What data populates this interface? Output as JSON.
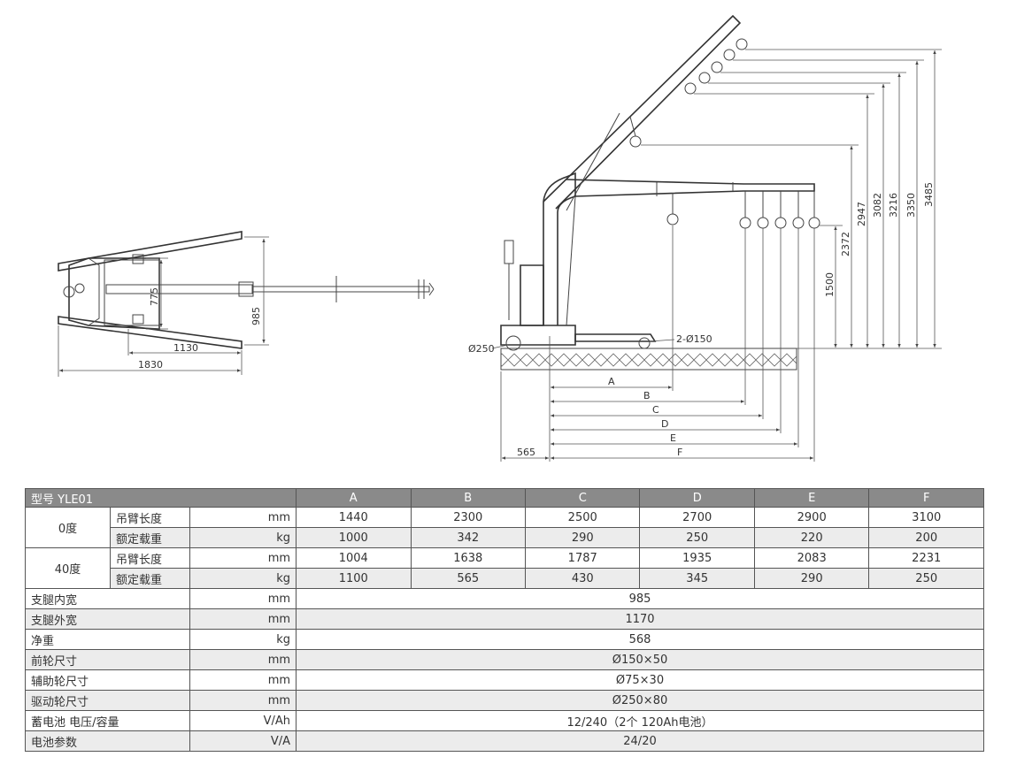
{
  "top_view": {
    "dims": {
      "d775": "775",
      "d985": "985",
      "d1130": "1130",
      "d1830": "1830"
    }
  },
  "side_view": {
    "heights": {
      "h1500": "1500",
      "h2372": "2372",
      "h2947": "2947",
      "h3082": "3082",
      "h3216": "3216",
      "h3350": "3350",
      "h3485": "3485"
    },
    "reach_labels": {
      "A": "A",
      "B": "B",
      "C": "C",
      "D": "D",
      "E": "E",
      "F": "F"
    },
    "d565": "565",
    "rear_wheel": "Ø250",
    "front_wheels": "2-Ø150"
  },
  "table": {
    "model_label": "型号 YLE01",
    "columns": [
      "A",
      "B",
      "C",
      "D",
      "E",
      "F"
    ],
    "groups": [
      {
        "name": "0度",
        "rows": [
          {
            "label": "吊臂长度",
            "unit": "mm",
            "values": [
              "1440",
              "2300",
              "2500",
              "2700",
              "2900",
              "3100"
            ]
          },
          {
            "label": "额定载重",
            "unit": "kg",
            "values": [
              "1000",
              "342",
              "290",
              "250",
              "220",
              "200"
            ]
          }
        ]
      },
      {
        "name": "40度",
        "rows": [
          {
            "label": "吊臂长度",
            "unit": "mm",
            "values": [
              "1004",
              "1638",
              "1787",
              "1935",
              "2083",
              "2231"
            ]
          },
          {
            "label": "额定载重",
            "unit": "kg",
            "values": [
              "1100",
              "565",
              "430",
              "345",
              "290",
              "250"
            ]
          }
        ]
      }
    ],
    "specs": [
      {
        "label": "支腿内宽",
        "unit": "mm",
        "value": "985"
      },
      {
        "label": "支腿外宽",
        "unit": "mm",
        "value": "1170"
      },
      {
        "label": "净重",
        "unit": "kg",
        "value": "568"
      },
      {
        "label": "前轮尺寸",
        "unit": "mm",
        "value": "Ø150×50"
      },
      {
        "label": "辅助轮尺寸",
        "unit": "mm",
        "value": "Ø75×30"
      },
      {
        "label": "驱动轮尺寸",
        "unit": "mm",
        "value": "Ø250×80"
      },
      {
        "label": "蓄电池 电压/容量",
        "unit": "V/Ah",
        "value": "12/240（2个 120Ah电池）"
      },
      {
        "label": "电池参数",
        "unit": "V/A",
        "value": "24/20"
      }
    ]
  }
}
